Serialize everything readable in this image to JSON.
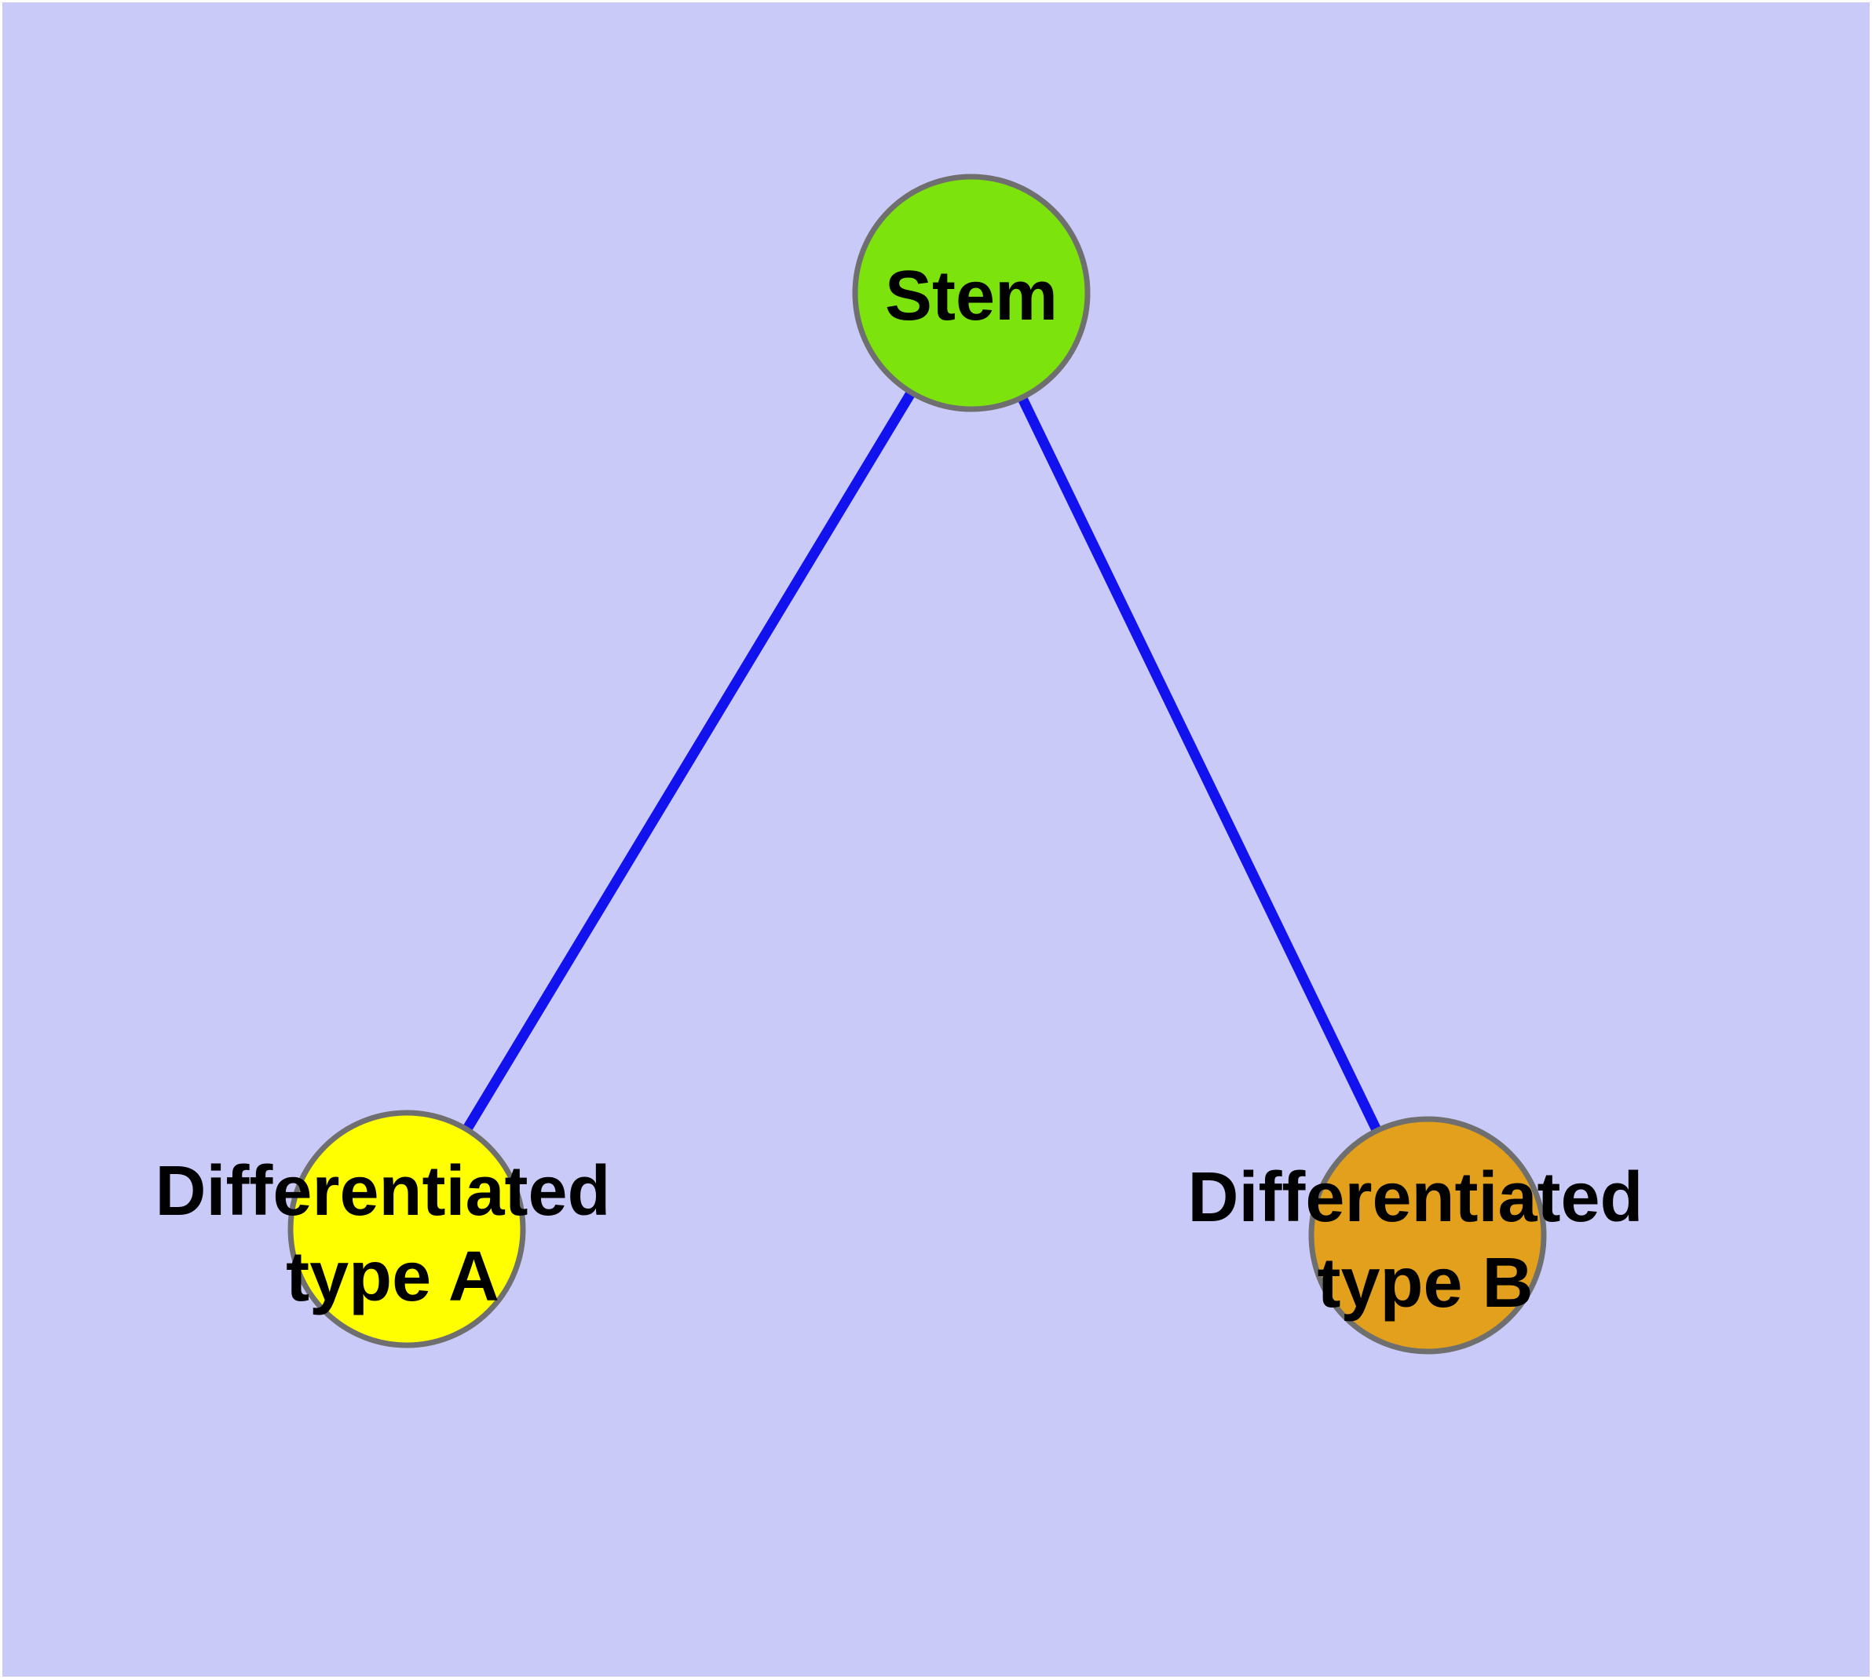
{
  "diagram": {
    "type": "node-link-graph",
    "background_color": "#CACAF8",
    "margin_color": "#FFFFFF",
    "edge_color": "#1212EE",
    "node_border_color": "#6F6F6F",
    "text_color": "#000000",
    "nodes": {
      "stem": {
        "label": "Stem",
        "fill": "#7DE30D"
      },
      "type_a": {
        "label_line1": "Differentiated",
        "label_line2": "type A",
        "fill": "#FFFF00"
      },
      "type_b": {
        "label_line1": "Differentiated",
        "label_line2": "type B",
        "fill": "#E2A01D"
      }
    },
    "edges": [
      {
        "from": "Stem",
        "to": "Differentiated type A"
      },
      {
        "from": "Stem",
        "to": "Differentiated type B"
      }
    ]
  }
}
